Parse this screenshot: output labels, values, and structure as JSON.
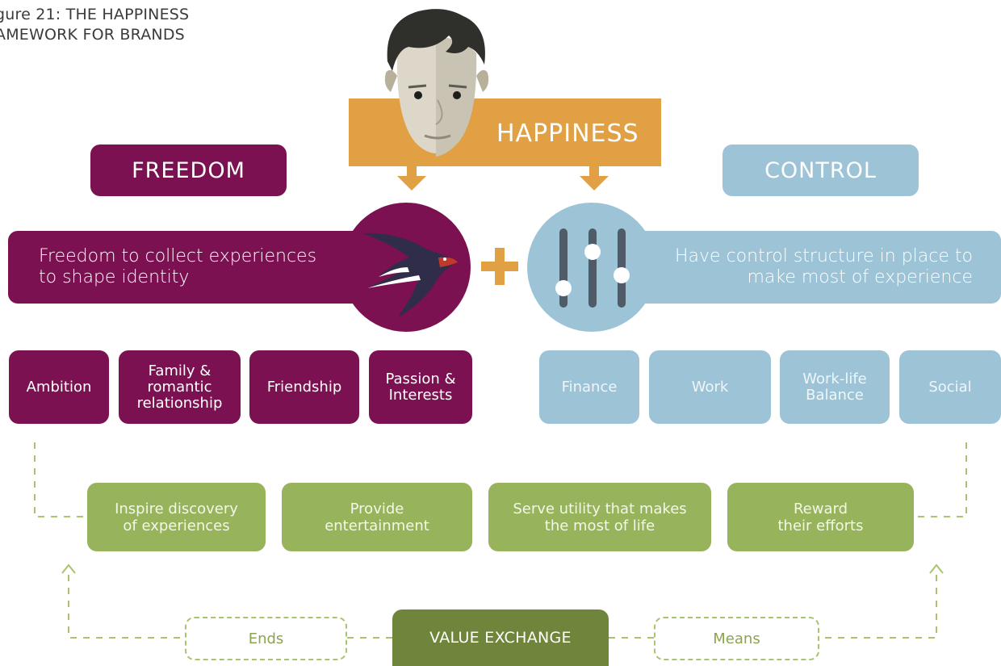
{
  "figure": {
    "title": "gure 21: THE HAPPINESS\nAMEWORK FOR BRANDS"
  },
  "happiness": {
    "label": "HAPPINESS"
  },
  "freedom": {
    "header": "FREEDOM",
    "description": "Freedom to collect experiences\nto shape identity",
    "tiles": [
      "Ambition",
      "Family &\nromantic\nrelationship",
      "Friendship",
      "Passion &\nInterests"
    ]
  },
  "control": {
    "header": "CONTROL",
    "description": "Have control structure in place to\nmake most of experience",
    "tiles": [
      "Finance",
      "Work",
      "Work-life\nBalance",
      "Social"
    ]
  },
  "value_boxes": [
    "Inspire discovery\nof experiences",
    "Provide\nentertainment",
    "Serve utility that makes\nthe most of life",
    "Reward\ntheir efforts"
  ],
  "bottom": {
    "ends": "Ends",
    "value_exchange": "VALUE EXCHANGE",
    "means": "Means"
  },
  "colors": {
    "freedom": "#7b1150",
    "control": "#9dc3d7",
    "happiness": "#e0a043",
    "value": "#97b35b",
    "value_exchange": "#6f853b"
  },
  "icons": [
    "face-icon",
    "swallow-icon",
    "plus-icon",
    "sliders-icon"
  ]
}
